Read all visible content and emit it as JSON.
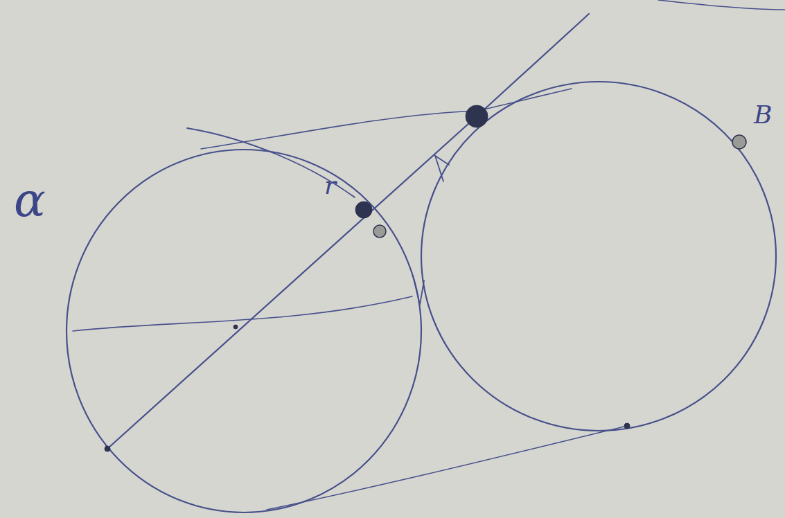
{
  "diagram": {
    "labels": [
      "α",
      "B",
      "r"
    ]
  }
}
